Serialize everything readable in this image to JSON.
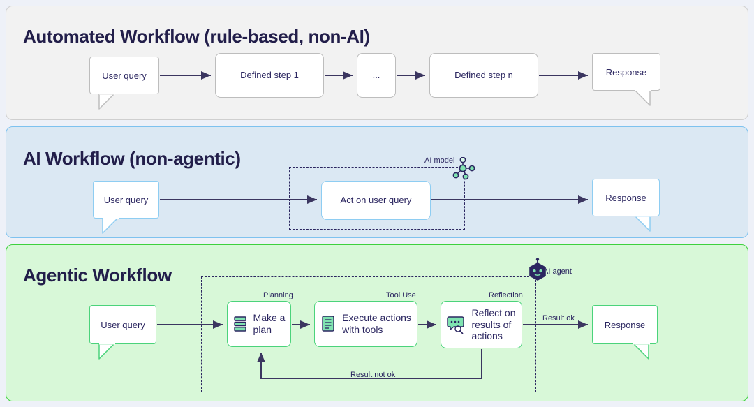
{
  "panels": [
    {
      "id": "automated",
      "title": "Automated Workflow (rule-based, non-AI)",
      "accent": "#cfcfcf",
      "background": "#f2f2f2",
      "nodes": [
        {
          "name": "user-query",
          "label": "User query",
          "type": "bubble"
        },
        {
          "name": "defined-step-1",
          "label": "Defined step 1",
          "type": "box"
        },
        {
          "name": "ellipsis-step",
          "label": "...",
          "type": "box"
        },
        {
          "name": "defined-step-n",
          "label": "Defined step n",
          "type": "box"
        },
        {
          "name": "response",
          "label": "Response",
          "type": "bubble"
        }
      ]
    },
    {
      "id": "ai-workflow",
      "title": "AI Workflow (non-agentic)",
      "accent": "#8ecdf2",
      "background": "#dbe8f3",
      "group_label": "AI model",
      "group_icon": "ai-model-node-graph-icon",
      "nodes": [
        {
          "name": "user-query",
          "label": "User query",
          "type": "bubble"
        },
        {
          "name": "act-on-user-query",
          "label": "Act on user query",
          "type": "box"
        },
        {
          "name": "response",
          "label": "Response",
          "type": "bubble"
        }
      ]
    },
    {
      "id": "agentic",
      "title": "Agentic Workflow",
      "accent": "#4bd37b",
      "background": "#d8f8d8",
      "group_label": "AI agent",
      "group_icon": "ai-agent-robot-icon",
      "nodes": [
        {
          "name": "user-query",
          "label": "User query",
          "type": "bubble"
        },
        {
          "name": "make-a-plan",
          "label": "Make a\nplan",
          "line1": "Make a",
          "line2": "plan",
          "caption": "Planning",
          "icon": "layers-icon",
          "type": "step"
        },
        {
          "name": "execute-actions",
          "label": "Execute actions\nwith tools",
          "line1": "Execute actions",
          "line2": "with tools",
          "caption": "Tool Use",
          "icon": "document-list-icon",
          "type": "step"
        },
        {
          "name": "reflect-on-results",
          "label": "Reflect on results of actions",
          "line1": "Reflect on",
          "line2": "results of",
          "line3": "actions",
          "caption": "Reflection",
          "icon": "speech-bubble-search-icon",
          "type": "step"
        },
        {
          "name": "response",
          "label": "Response",
          "type": "bubble"
        }
      ],
      "edge_labels": {
        "result_ok": "Result ok",
        "result_not_ok": "Result not ok"
      }
    }
  ],
  "colors": {
    "heading": "#221e4a",
    "arrow": "#3b3660",
    "icon_green": "#57d6a0",
    "icon_outline": "#2b2660",
    "page_background": "#eef1f8"
  }
}
